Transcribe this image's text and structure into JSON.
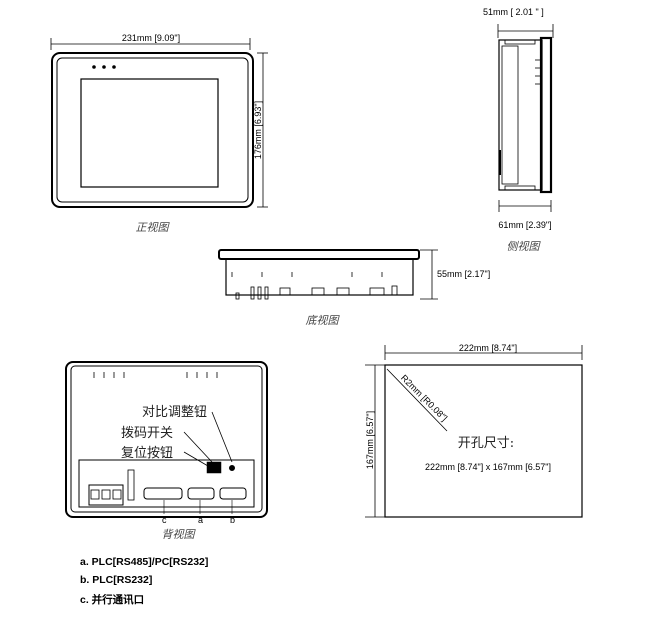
{
  "top_right_dim": "51mm [ 2.01 \"   ]",
  "front": {
    "width_label": "231mm [9.09\"]",
    "height_label": "176mm [6.93\"]",
    "caption": "正视图"
  },
  "side": {
    "depth_label": "61mm [2.39\"]",
    "caption": "侧视图"
  },
  "bottom": {
    "height_label": "55mm [2.17\"]",
    "caption": "底视图"
  },
  "back": {
    "caption": "背视图",
    "labels": {
      "contrast": "对比调整钮",
      "dip": "拨码开关",
      "reset": "复位按钮"
    },
    "port_letters": [
      "c",
      "a",
      "b"
    ]
  },
  "cutout": {
    "width_label": "222mm [8.74\"]",
    "height_label": "167mm [6.57\"]",
    "radius_label": "R2mm [R0.08\"]",
    "title": "开孔尺寸:",
    "size": "222mm [8.74\"] x 167mm [6.57\"]"
  },
  "legend": [
    "a. PLC[RS485]/PC[RS232]",
    "b. PLC[RS232]",
    "c. 并行通讯口"
  ]
}
